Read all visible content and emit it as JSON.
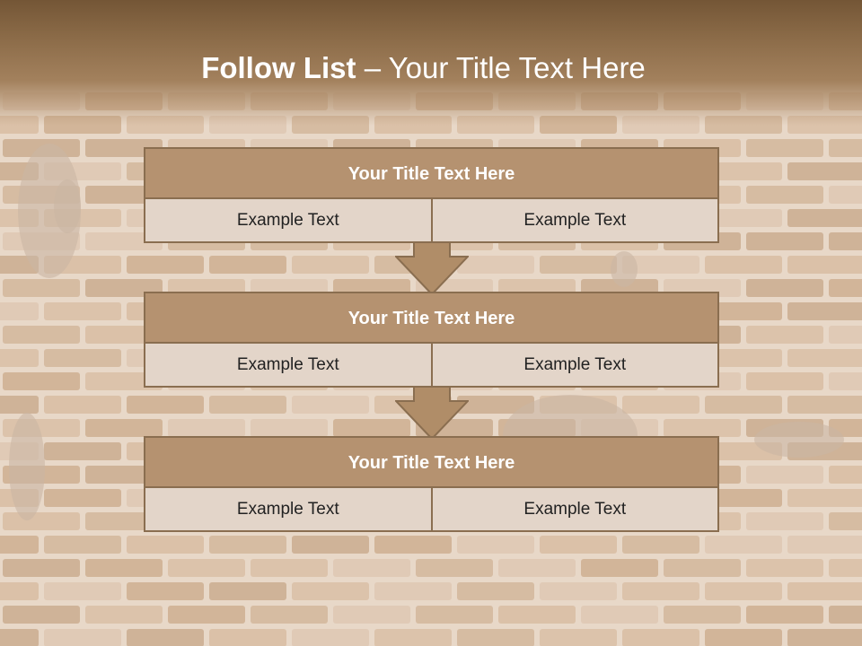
{
  "title": {
    "main": "Follow List",
    "separator": " – ",
    "sub": "Your Title Text Here"
  },
  "steps": [
    {
      "title": "Your Title Text Here",
      "left": "Example Text",
      "right": "Example Text"
    },
    {
      "title": "Your Title Text Here",
      "left": "Example Text",
      "right": "Example Text"
    },
    {
      "title": "Your Title Text Here",
      "left": "Example Text",
      "right": "Example Text"
    }
  ],
  "colors": {
    "header": "#8a6a47",
    "box_title": "#b59270",
    "box_cell": "#e3d5c9",
    "border": "#8a6e50",
    "arrow": "#b08d68"
  }
}
